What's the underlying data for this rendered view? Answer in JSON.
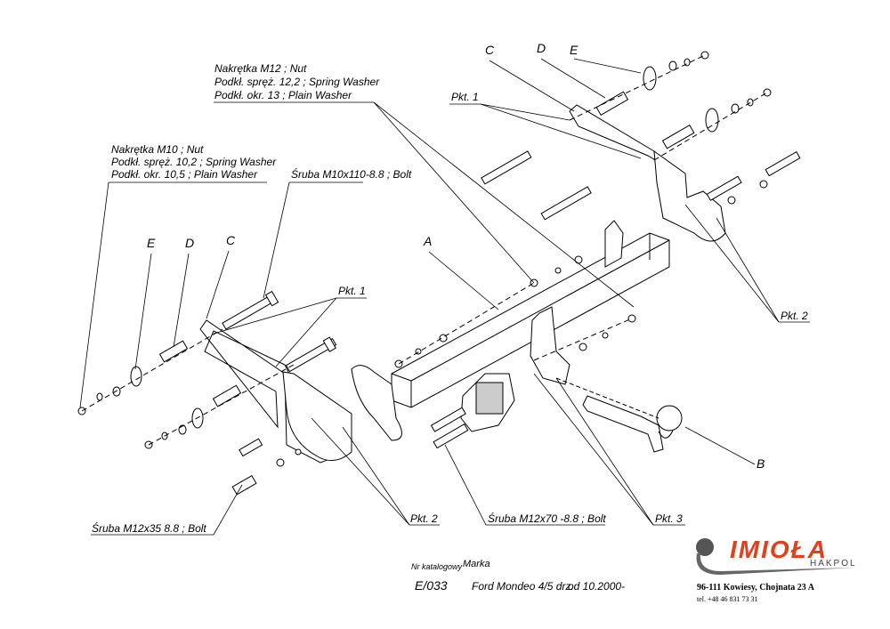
{
  "callouts": {
    "m12_nut": "Nakrętka  M12 ; Nut",
    "m12_spring": "Podkł. spręż. 12,2 ; Spring Washer",
    "m12_plain": "Podkł. okr. 13 ; Plain Washer",
    "m10_nut": "Nakrętka  M10 ; Nut",
    "m10_spring": "Podkł. spręż. 10,2 ; Spring Washer",
    "m10_plain": "Podkł. okr. 10,5 ; Plain Washer",
    "bolt_m10x110": "Śruba M10x110-8.8 ;  Bolt",
    "bolt_m12x35": "Śruba M12x35 8.8 ;  Bolt",
    "bolt_m12x70": "Śruba M12x70 -8.8 ;  Bolt",
    "pkt1": "Pkt. 1",
    "pkt2": "Pkt. 2",
    "pkt3": "Pkt. 3"
  },
  "letters": {
    "a": "A",
    "b": "B",
    "c": "C",
    "d": "D",
    "e": "E"
  },
  "footer": {
    "catalog_label": "Nr katalogowy",
    "brand_label": "Marka",
    "catalog_number": "E/033",
    "model": "Ford Mondeo 4/5 drz.",
    "date": "od 10.2000-"
  },
  "logo": {
    "name": "IMIOŁA",
    "sub": "HAKPOL",
    "address": "96-111 Kowiesy, Chojnata 23 A",
    "tel": "tel. +48 46 831 73 31",
    "accent": "#e0401c",
    "ball": "#555555"
  }
}
